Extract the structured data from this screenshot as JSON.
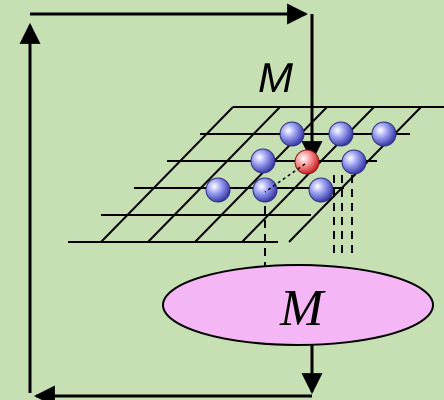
{
  "labels": {
    "top_symbol": "M",
    "ellipse_symbol": "M"
  },
  "colors": {
    "background": "#c6e0b4",
    "line": "#000000",
    "ellipse_fill": "#f4b6f4",
    "ellipse_stroke": "#000000",
    "node_blue": "#7b7fe8",
    "node_red": "#ff6a6a"
  },
  "nodes": {
    "blue_count": 8,
    "red_count": 1
  }
}
